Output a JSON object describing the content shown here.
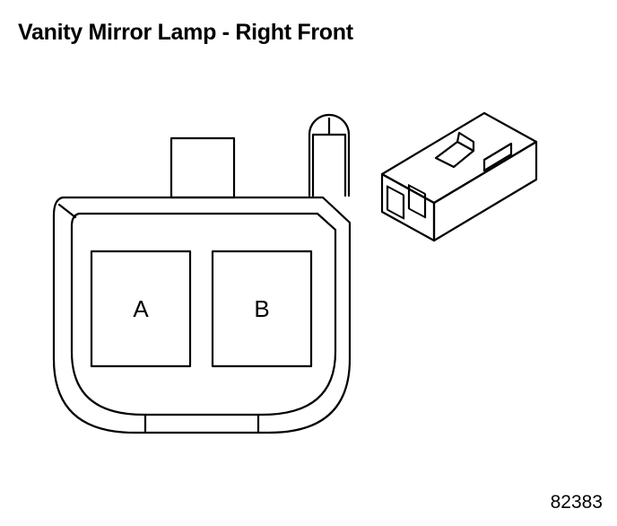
{
  "title": "Vanity Mirror Lamp - Right Front",
  "figure_id": "82383",
  "connector": {
    "cavities": [
      {
        "label": "A"
      },
      {
        "label": "B"
      }
    ]
  },
  "colors": {
    "line": "#000000",
    "background": "#ffffff"
  }
}
